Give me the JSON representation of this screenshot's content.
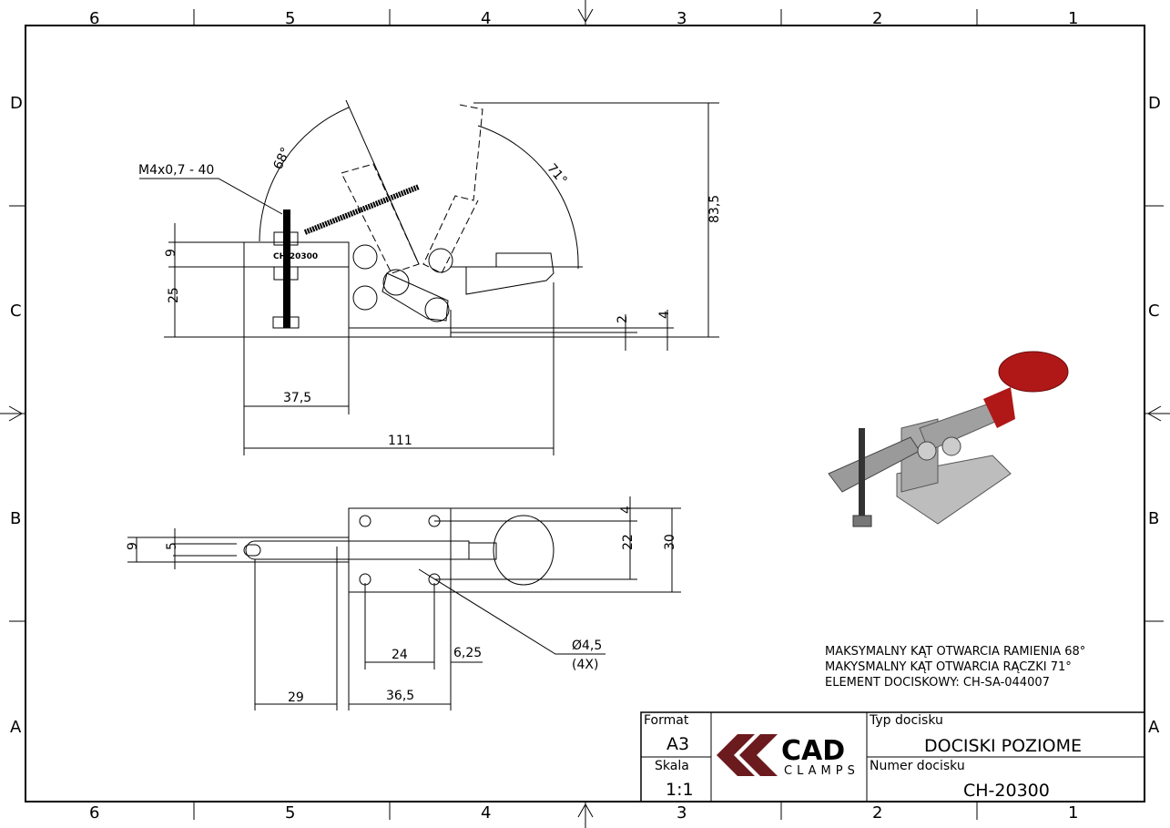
{
  "zones": {
    "columns": [
      "6",
      "5",
      "4",
      "3",
      "2",
      "1"
    ],
    "rows": [
      "D",
      "C",
      "B",
      "A"
    ]
  },
  "side_view": {
    "thread_callout": "M4x0,7 - 40",
    "part_marking": "CH-20300",
    "angle_arm": "68°",
    "angle_handle": "71°",
    "dims": {
      "h9": "9",
      "h25": "25",
      "w37_5": "37,5",
      "w111": "111",
      "h83_5": "83,5",
      "h2": "2",
      "h4": "4"
    }
  },
  "top_view": {
    "dims": {
      "h9": "9",
      "h5": "5",
      "h4": "4",
      "h22": "22",
      "h30": "30",
      "w24": "24",
      "w6_25": "6,25",
      "w29": "29",
      "w36_5": "36,5"
    },
    "hole_callout": "Ø4,5",
    "hole_count": "(4X)"
  },
  "notes": [
    "MAKSYMALNY KĄT OTWARCIA RAMIENIA 68°",
    "MAKYSMALNY KĄT OTWARCIA RĄCZKI 71°",
    "ELEMENT DOCISKOWY: CH-SA-044007"
  ],
  "title_block": {
    "format_label": "Format",
    "format_value": "A3",
    "scale_label": "Skala",
    "scale_value": "1:1",
    "logo_main": "CAD",
    "logo_sub": "CLAMPS",
    "type_label": "Typ docisku",
    "type_value": "DOCISKI POZIOME",
    "number_label": "Numer docisku",
    "number_value": "CH-20300"
  },
  "colors": {
    "handle_red": "#b01818",
    "logo_red": "#6b1a1e",
    "body_gray": "#a8a8a8"
  }
}
